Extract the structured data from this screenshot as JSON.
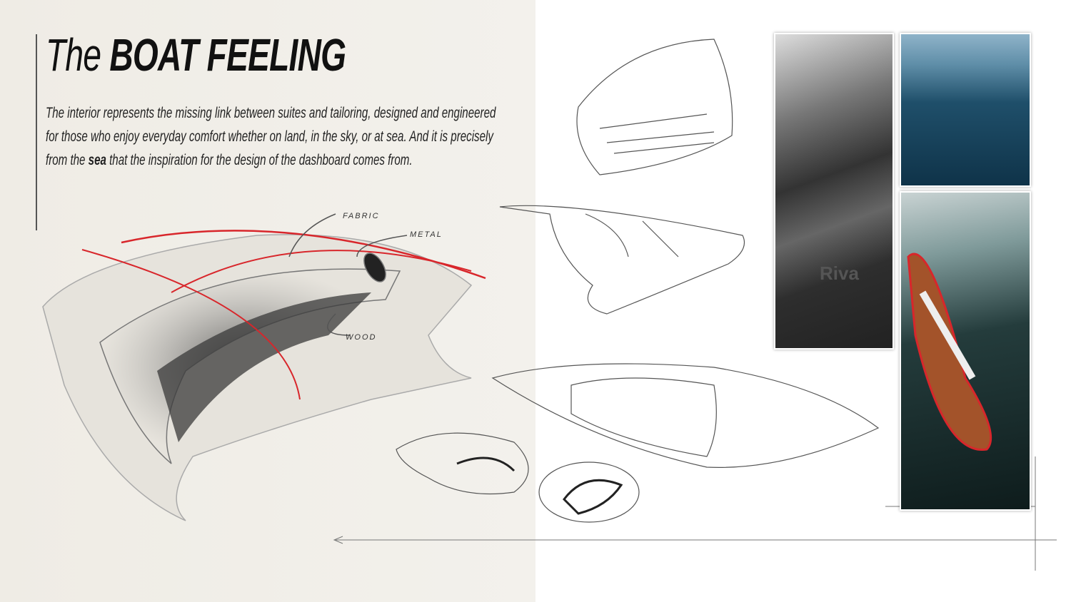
{
  "title": {
    "prefix": "The",
    "emphasis": "BOAT FEELING"
  },
  "body": {
    "part1": "The interior represents the missing link between suites and tailoring, designed and engineered for those who enjoy everyday comfort whether on land, in the sky, or at sea. And it is precisely from the ",
    "bold": "sea",
    "part2": " that the inspiration for the design of the dashboard comes from."
  },
  "annotations": {
    "fabric": "FABRIC",
    "metal": "METAL",
    "wood": "WOOD"
  },
  "photos": {
    "watermark": "Riva"
  },
  "colors": {
    "accent": "#d8262b",
    "left_bg": "#efece5"
  }
}
